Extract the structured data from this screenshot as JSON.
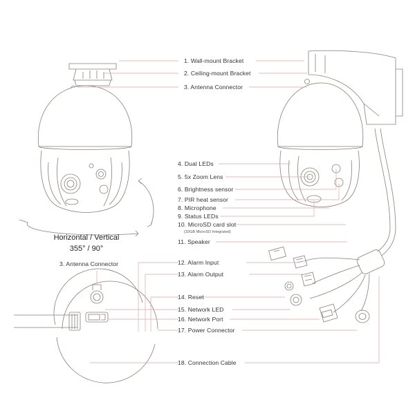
{
  "labels": [
    "1. Wall-mount Bracket",
    "2. Ceiling-mount Bracket",
    "3. Antenna Connector",
    "4. Dual LEDs",
    "5. 5x Zoom Lens",
    "6. Brightness sensor",
    "7. PIR heat sensor",
    "8. Microphone",
    "9. Status LEDs",
    "10. MicroSD card slot",
    "11. Speaker",
    "12. Alarm Input",
    "13. Alarm Output",
    "14. Reset",
    "15. Network LED",
    "16. Network Port",
    "17. Power Connector",
    "18. Connection Cable"
  ],
  "microsd_note": "(32GB MicroSD Integrated)",
  "rotation": {
    "line1": "Horizontal / Vertical",
    "line2": "355° / 90°"
  },
  "base_label": "3. Antenna Connector",
  "colors": {
    "outline": "#8a7d76",
    "leader": "#d9a8a8",
    "text": "#333333"
  }
}
